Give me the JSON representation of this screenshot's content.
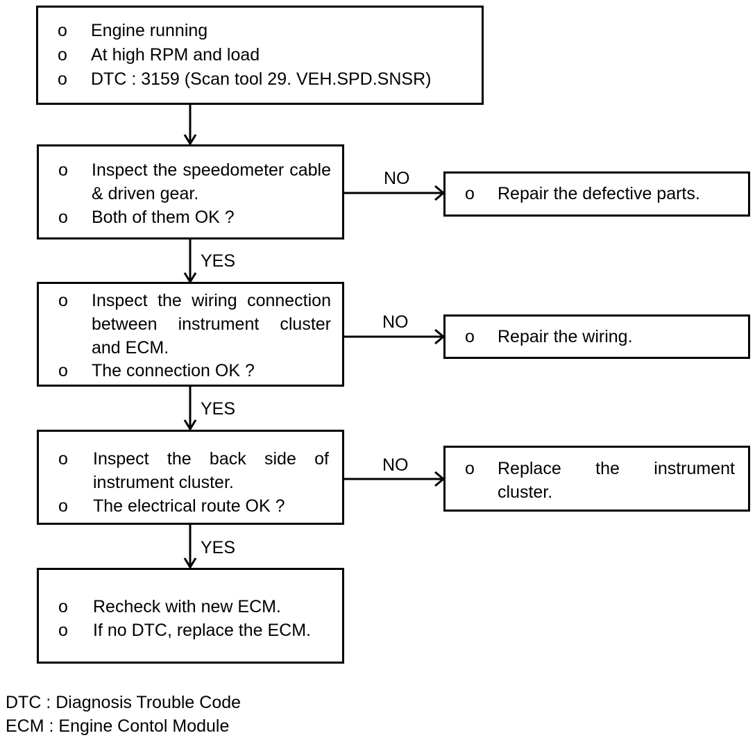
{
  "steps": [
    {
      "items": [
        "Engine running",
        "At high RPM and load",
        "DTC : 3159 (Scan tool 29. VEH.SPD.SNSR)"
      ]
    },
    {
      "items": [
        "Inspect the speedometer cable & driven gear.",
        "Both of them OK ?"
      ],
      "no_label": "NO",
      "no_action": "Repair the defective parts.",
      "yes_label": "YES"
    },
    {
      "items": [
        "Inspect the wiring connection between instrument cluster and ECM.",
        "The connection OK ?"
      ],
      "no_label": "NO",
      "no_action": "Repair the wiring.",
      "yes_label": "YES"
    },
    {
      "items": [
        "Inspect the back side of instrument cluster.",
        "The electrical route OK ?"
      ],
      "no_label": "NO",
      "no_action": "Replace the instrument cluster.",
      "yes_label": "YES"
    },
    {
      "items": [
        "Recheck with new ECM.",
        "If no DTC, replace the ECM."
      ]
    }
  ],
  "bullet": "o",
  "notes": [
    "DTC : Diagnosis Trouble Code",
    "ECM : Engine Contol Module"
  ]
}
